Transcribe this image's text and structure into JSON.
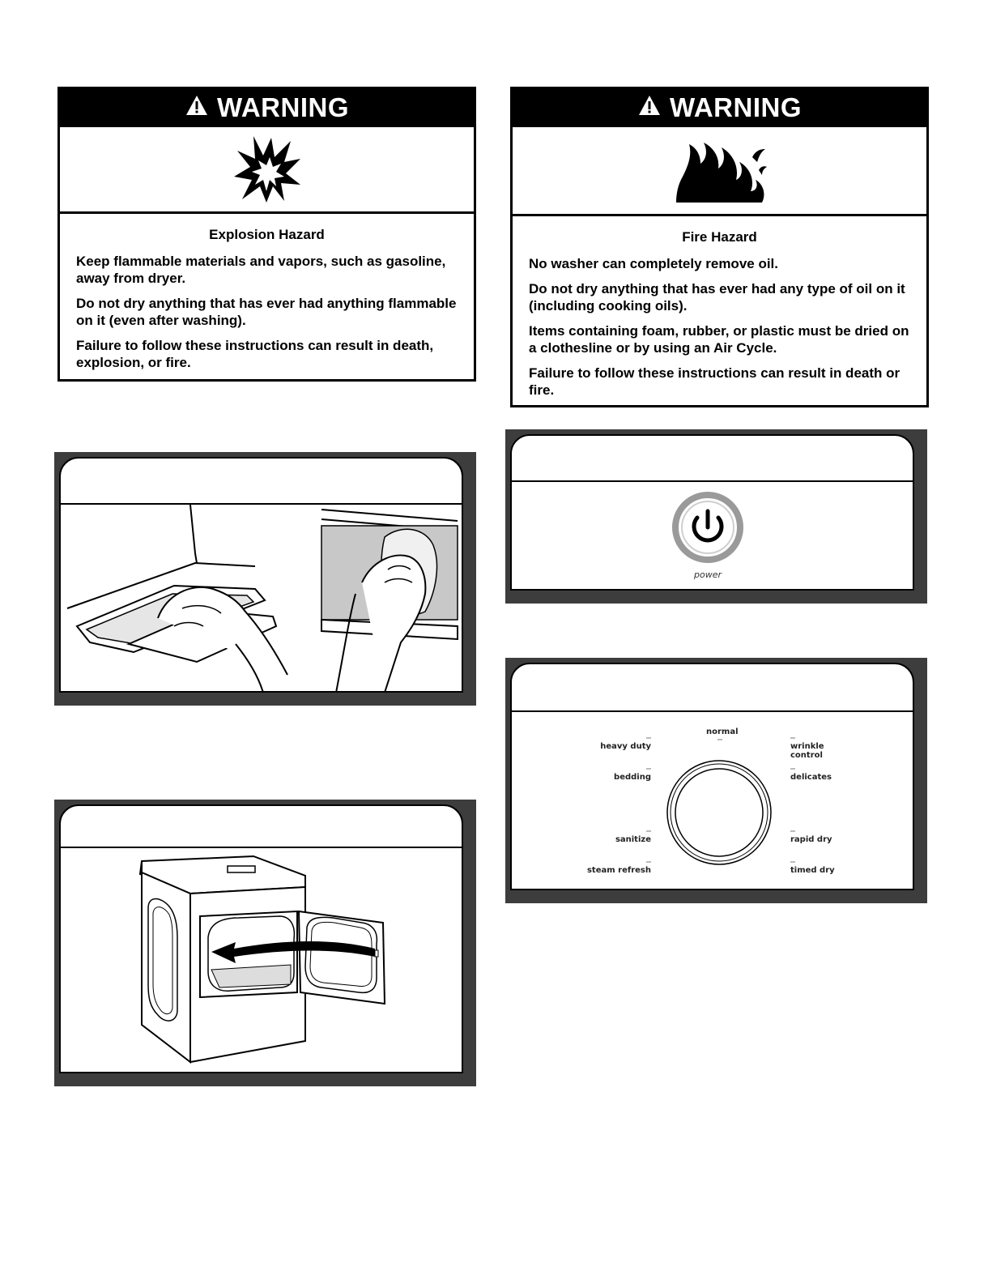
{
  "warnings": [
    {
      "header": "WARNING",
      "icon": "explosion-icon",
      "title": "Explosion Hazard",
      "lines": [
        "Keep flammable materials and vapors, such as gasoline, away from dryer.",
        "Do not dry anything that has ever had anything flammable on it (even after washing).",
        "Failure to follow these instructions can result in death, explosion, or fire."
      ]
    },
    {
      "header": "WARNING",
      "icon": "fire-icon",
      "title": "Fire Hazard",
      "lines": [
        "No washer can completely remove oil.",
        "Do not dry anything that has ever had any type of oil on it (including cooking oils).",
        "Items containing foam, rubber, or plastic must be dried on a clothesline or by using an Air Cycle.",
        "Failure to follow these instructions can result in death or fire."
      ]
    }
  ],
  "power_panel": {
    "label": "power",
    "icon": "power-icon"
  },
  "cycle_panel": {
    "top": "normal",
    "left": [
      "heavy duty",
      "bedding",
      "sanitize",
      "steam refresh"
    ],
    "right_1a": "wrinkle",
    "right_1b": "control",
    "right": [
      "delicates",
      "rapid dry",
      "timed dry"
    ]
  },
  "illustrations": {
    "lint_screen": "lint-screen-cleaning-illustration",
    "dryer_door": "dryer-door-closing-illustration"
  }
}
